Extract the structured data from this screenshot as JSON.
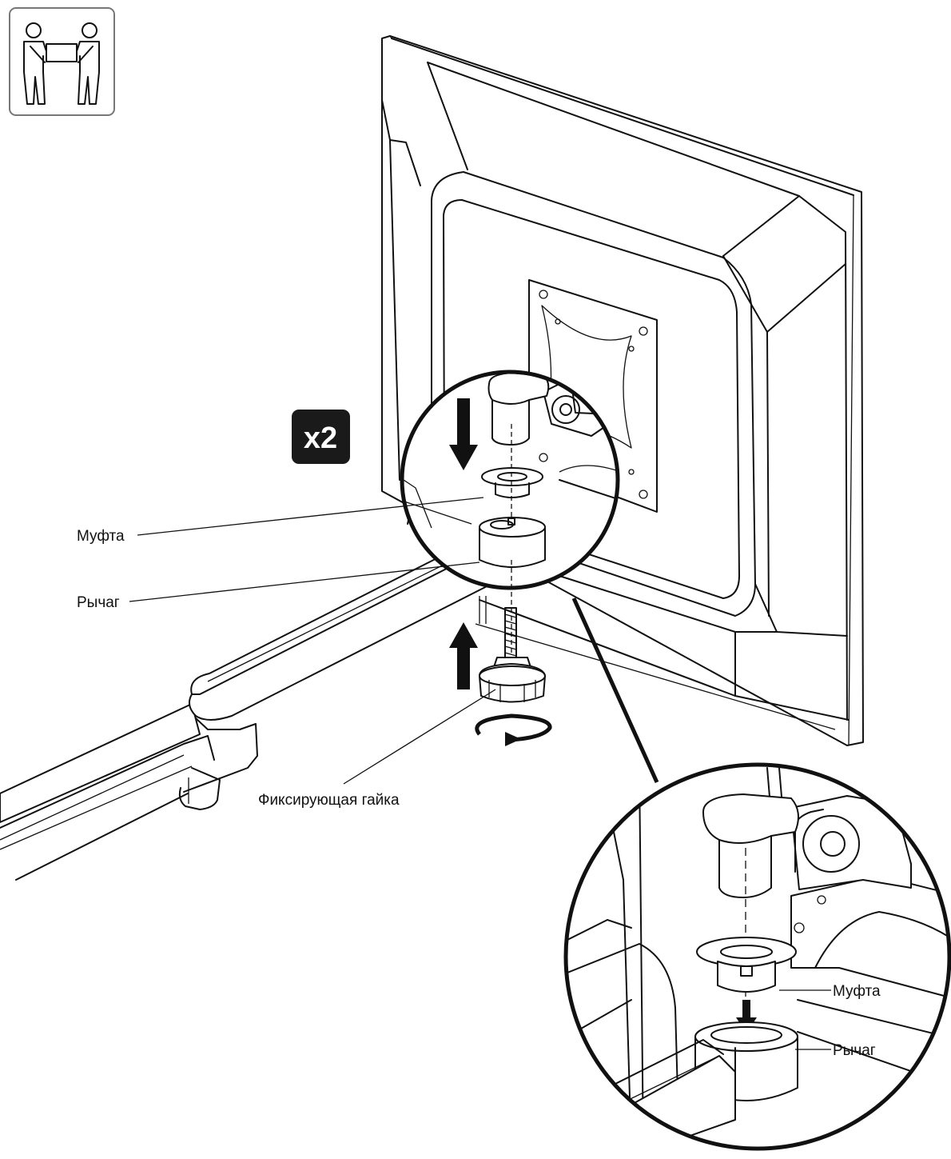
{
  "badge": {
    "multiplier": "x2"
  },
  "labels": {
    "coupling_main": "Муфта",
    "lever_main": "Рычаг",
    "lock_nut": "Фиксирующая гайка",
    "coupling_detail": "Муфта",
    "lever_detail": "Рычаг"
  },
  "icons": {
    "two_person_lift": "two-person-lift-icon",
    "down_arrow": "arrow-down-icon",
    "up_arrow": "arrow-up-icon",
    "rotate": "rotate-clockwise-icon"
  },
  "colors": {
    "line": "#111111",
    "background": "#ffffff",
    "badge": "#1a1a1a"
  }
}
